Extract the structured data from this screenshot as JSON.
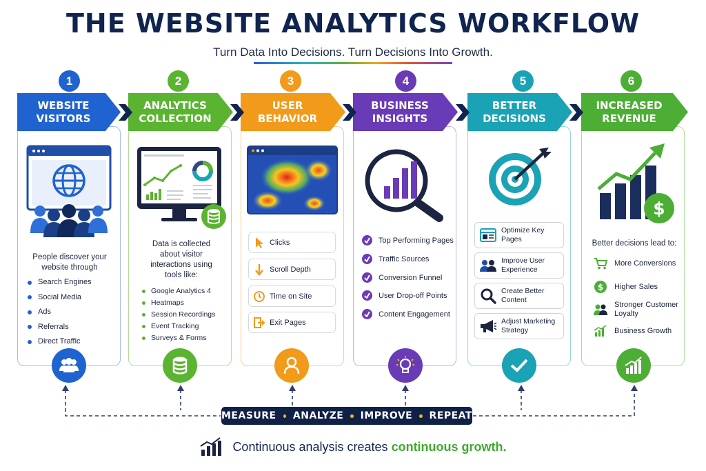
{
  "title": "THE WEBSITE ANALYTICS WORKFLOW",
  "subtitle": "Turn Data Into Decisions. Turn Decisions Into Growth.",
  "colors": {
    "blue": "#1f63d0",
    "green": "#5bb431",
    "orange": "#f29a1a",
    "purple": "#6a3bb7",
    "teal": "#1aa2b5",
    "lime": "#4cae35",
    "navy": "#0f2147"
  },
  "steps": [
    {
      "number": "1",
      "title_line1": "WEBSITE",
      "title_line2": "VISITORS",
      "icon": "globe-browser-audience-icon",
      "bottom_icon": "users-icon",
      "description": [
        "People discover your",
        "website through"
      ],
      "items": [
        "Search Engines",
        "Social Media",
        "Ads",
        "Referrals",
        "Direct Traffic"
      ]
    },
    {
      "number": "2",
      "title_line1": "ANALYTICS",
      "title_line2": "COLLECTION",
      "icon": "monitor-dashboard-icon",
      "bottom_icon": "database-icon",
      "description": [
        "Data is collected",
        "about visitor",
        "interactions using",
        "tools like:"
      ],
      "items": [
        "Google Analytics 4",
        "Heatmaps",
        "Session Recordings",
        "Event Tracking",
        "Surveys & Forms"
      ]
    },
    {
      "number": "3",
      "title_line1": "USER",
      "title_line2": "BEHAVIOR",
      "icon": "heatmap-browser-icon",
      "bottom_icon": "user-icon",
      "items": [
        {
          "label": "Clicks",
          "icon": "cursor-icon"
        },
        {
          "label": "Scroll Depth",
          "icon": "arrow-down-icon"
        },
        {
          "label": "Time on Site",
          "icon": "clock-icon"
        },
        {
          "label": "Exit Pages",
          "icon": "exit-door-icon"
        }
      ]
    },
    {
      "number": "4",
      "title_line1": "BUSINESS",
      "title_line2": "INSIGHTS",
      "icon": "magnifier-chart-icon",
      "bottom_icon": "lightbulb-icon",
      "items": [
        "Top Performing Pages",
        "Traffic Sources",
        "Conversion Funnel",
        "User Drop-off Points",
        "Content Engagement"
      ]
    },
    {
      "number": "5",
      "title_line1": "BETTER",
      "title_line2": "DECISIONS",
      "icon": "target-arrow-icon",
      "bottom_icon": "checkmark-icon",
      "items": [
        {
          "line1": "Optimize Key",
          "line2": "Pages",
          "icon": "webpage-icon"
        },
        {
          "line1": "Improve User",
          "line2": "Experience",
          "icon": "users-icon"
        },
        {
          "line1": "Create Better",
          "line2": "Content",
          "icon": "search-icon"
        },
        {
          "line1": "Adjust Marketing",
          "line2": "Strategy",
          "icon": "megaphone-icon"
        }
      ]
    },
    {
      "number": "6",
      "title_line1": "INCREASED",
      "title_line2": "REVENUE",
      "icon": "growth-chart-dollar-icon",
      "bottom_icon": "bar-chart-up-icon",
      "description": "Better decisions lead to:",
      "items": [
        {
          "line1": "More Conversions",
          "line2": "",
          "icon": "cart-icon"
        },
        {
          "line1": "Higher Sales",
          "line2": "",
          "icon": "dollar-icon"
        },
        {
          "line1": "Stronger Customer",
          "line2": "Loyalty",
          "icon": "people-icon"
        },
        {
          "line1": "Business Growth",
          "line2": "",
          "icon": "bar-growth-icon"
        }
      ]
    }
  ],
  "cycle": [
    "MEASURE",
    "ANALYZE",
    "IMPROVE",
    "REPEAT"
  ],
  "footer": {
    "text": "Continuous analysis creates",
    "highlight": "continuous growth."
  }
}
